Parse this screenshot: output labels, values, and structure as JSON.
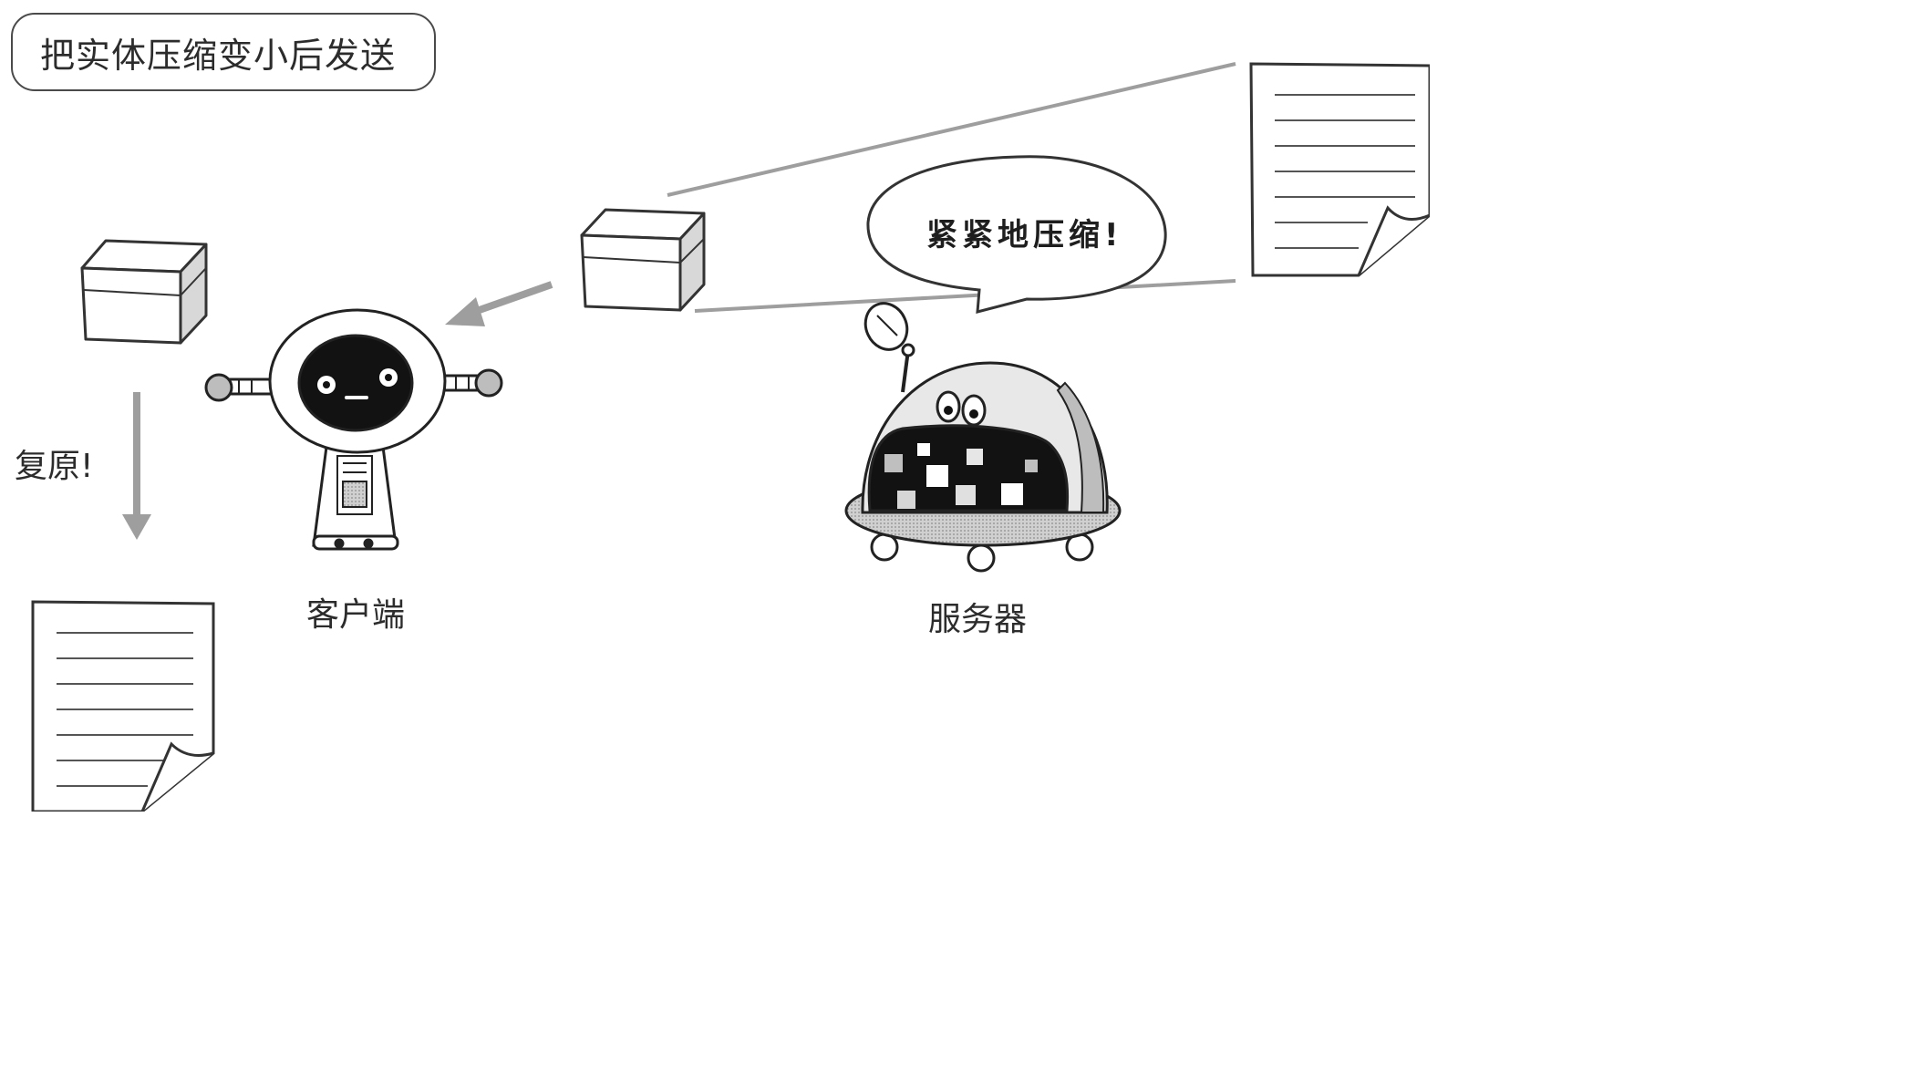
{
  "diagram": {
    "title": "把实体压缩变小后发送",
    "speech_bubble": "紧紧地压缩!",
    "restore_label": "复原!",
    "client_label": "客户端",
    "server_label": "服务器"
  }
}
